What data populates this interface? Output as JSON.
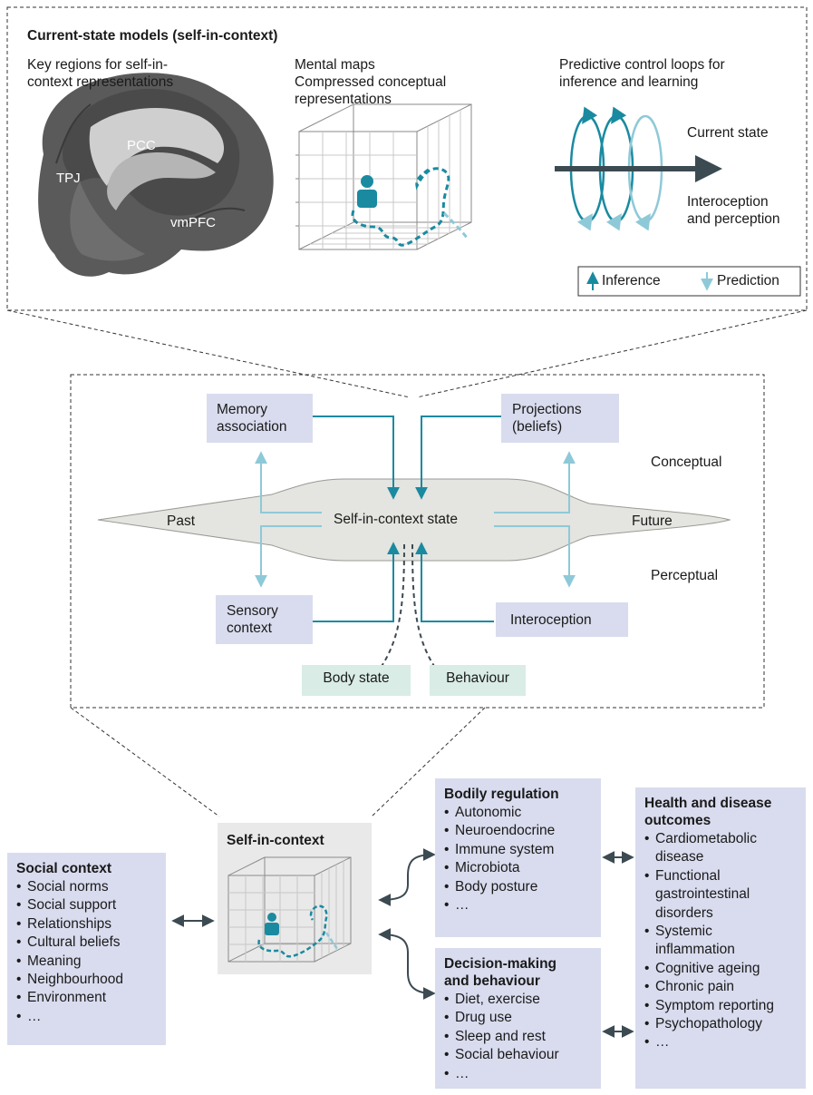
{
  "top_panel": {
    "title": "Current-state models (self-in-context)",
    "regions": {
      "heading_line1": "Key regions for self-in-",
      "heading_line2": "context representations",
      "labels": {
        "pcc": "PCC",
        "tpj": "TPJ",
        "vmpfc": "vmPFC"
      }
    },
    "maps": {
      "heading_line1": "Mental maps",
      "heading_line2": "Compressed conceptual",
      "heading_line3": "representations"
    },
    "loops": {
      "heading_line1": "Predictive control loops for",
      "heading_line2": "inference and learning",
      "current_state": "Current state",
      "intero_line1": "Interoception",
      "intero_line2": "and perception",
      "legend_inference": "Inference",
      "legend_prediction": "Prediction"
    }
  },
  "middle_panel": {
    "memory_line1": "Memory",
    "memory_line2": "association",
    "projections_line1": "Projections",
    "projections_line2": "(beliefs)",
    "conceptual": "Conceptual",
    "perceptual": "Perceptual",
    "past": "Past",
    "future": "Future",
    "center": "Self-in-context state",
    "sensory_line1": "Sensory",
    "sensory_line2": "context",
    "interoception": "Interoception",
    "body_state": "Body state",
    "behaviour": "Behaviour"
  },
  "bottom_panel": {
    "social": {
      "title": "Social context",
      "items": [
        "Social norms",
        "Social support",
        "Relationships",
        "Cultural beliefs",
        "Meaning",
        "Neighbourhood",
        "Environment",
        "…"
      ]
    },
    "self": {
      "title": "Self-in-context"
    },
    "bodily": {
      "title": "Bodily regulation",
      "items": [
        "Autonomic",
        "Neuroendocrine",
        "Immune system",
        "Microbiota",
        "Body posture",
        "…"
      ]
    },
    "decision": {
      "title_line1": "Decision-making",
      "title_line2": "and behaviour",
      "items": [
        "Diet, exercise",
        "Drug use",
        "Sleep and rest",
        "Social behaviour",
        "…"
      ]
    },
    "health": {
      "title_line1": "Health and disease",
      "title_line2": "outcomes",
      "items": [
        "Cardiometabolic disease",
        "Functional gastrointestinal disorders",
        "Systemic inflammation",
        "Cognitive ageing",
        "Chronic pain",
        "Symptom reporting",
        "Psychopathology",
        "…"
      ]
    }
  },
  "colors": {
    "teal_dark": "#1a8aa0",
    "teal_light": "#8ec9d8",
    "box_purple": "#d9dcee",
    "box_green": "#d9ece6",
    "panel_gray": "#e9e9e9",
    "blob_gray": "#e4e4e0",
    "dark_arrow": "#3c4a52"
  }
}
